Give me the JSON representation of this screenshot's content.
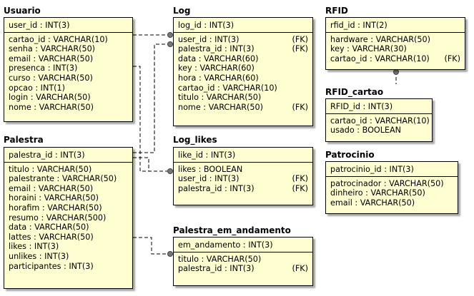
{
  "tables": {
    "usuario": {
      "name": "Usuario",
      "pk": "user_id : INT(3)",
      "fields": [
        {
          "text": "cartao_id : VARCHAR(10)"
        },
        {
          "text": "senha : VARCHAR(50)"
        },
        {
          "text": "email : VARCHAR(50)"
        },
        {
          "text": "presenca : INT(3)"
        },
        {
          "text": "curso : VARCHAR(50)"
        },
        {
          "text": "opcao : INT(1)"
        },
        {
          "text": "login : VARCHAR(50)"
        },
        {
          "text": "nome : VARCHAR(50)"
        }
      ]
    },
    "log": {
      "name": "Log",
      "pk": "log_id : INT(3)",
      "fields": [
        {
          "text": "user_id : INT(3)",
          "fk": "(FK)"
        },
        {
          "text": "palestra_id : INT(3)",
          "fk": "(FK)"
        },
        {
          "text": "data : VARCHAR(60)"
        },
        {
          "text": "key : VARCHAR(60)"
        },
        {
          "text": "hora : VARCHAR(60)"
        },
        {
          "text": "cartao_id : VARCHAR(10)"
        },
        {
          "text": "titulo : VARCHAR(50)"
        },
        {
          "text": "nome : VARCHAR(50)",
          "fk": "(FK)"
        }
      ]
    },
    "rfid": {
      "name": "RFID",
      "pk": "rfid_id : INT(2)",
      "fields": [
        {
          "text": "hardware : VARCHAR(50)"
        },
        {
          "text": "key : VARCHAR(30)"
        },
        {
          "text": "cartao_id : VARCHAR(10)",
          "fk": "(FK)"
        }
      ]
    },
    "rfid_cartao": {
      "name": "RFID_cartao",
      "pk": "RFID_id : INT(3)",
      "fields": [
        {
          "text": "cartao_id : VARCHAR(10)"
        },
        {
          "text": "usado : BOOLEAN"
        }
      ]
    },
    "patrocinio": {
      "name": "Patrocinio",
      "pk": "patrocinio_id : INT(3)",
      "fields": [
        {
          "text": "patrocinador : VARCHAR(50)"
        },
        {
          "text": "dinheiro : VARCHAR(50)"
        },
        {
          "text": "email : VARCHAR(50)"
        }
      ]
    },
    "palestra": {
      "name": "Palestra",
      "pk": "palestra_id : INT(3)",
      "fields": [
        {
          "text": "titulo : VARCHAR(50)"
        },
        {
          "text": "palestrante : VARCHAR(50)"
        },
        {
          "text": "email : VARCHAR(50)"
        },
        {
          "text": "horaini : VARCHAR(50)"
        },
        {
          "text": "horafim : VARCHAR(50)"
        },
        {
          "text": "resumo : VARCHAR(500)"
        },
        {
          "text": "data : VARCHAR(50)"
        },
        {
          "text": "lattes : VARCHAR(50)"
        },
        {
          "text": "likes : INT(3)"
        },
        {
          "text": "unlikes : INT(3)"
        },
        {
          "text": "participantes : INT(3)"
        }
      ]
    },
    "log_likes": {
      "name": "Log_likes",
      "pk": "like_id : INT(3)",
      "fields": [
        {
          "text": "likes : BOOLEAN"
        },
        {
          "text": "user_id : INT(3)",
          "fk": "(FK)"
        },
        {
          "text": "palestra_id : INT(3)",
          "fk": "(FK)"
        }
      ]
    },
    "palestra_em_andamento": {
      "name": "Palestra_em_andamento",
      "pk": "em_andamento : INT(3)",
      "fields": [
        {
          "text": "titulo : VARCHAR(50)"
        },
        {
          "text": "palestra_id : INT(3)",
          "fk": "(FK)"
        }
      ]
    }
  }
}
